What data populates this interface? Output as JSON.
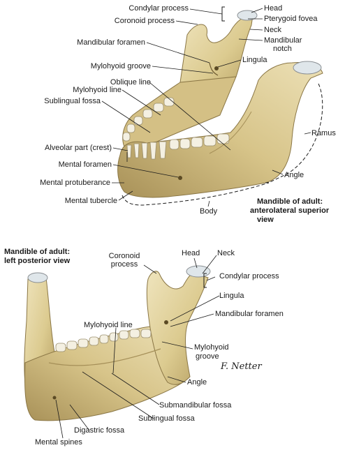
{
  "top_view": {
    "title_line1": "Mandible of adult:",
    "title_line2": "anterolateral superior",
    "title_line3": "view",
    "labels": {
      "condylar_process": "Condylar process",
      "head": "Head",
      "coronoid_process": "Coronoid process",
      "pterygoid_fovea": "Pterygoid fovea",
      "neck": "Neck",
      "mandibular_foramen": "Mandibular foramen",
      "mandibular_notch_1": "Mandibular",
      "mandibular_notch_2": "notch",
      "lingula": "Lingula",
      "mylohyoid_groove": "Mylohyoid groove",
      "oblique_line": "Oblique line",
      "mylohyoid_line": "Mylohyoid line",
      "sublingual_fossa": "Sublingual fossa",
      "ramus": "Ramus",
      "alveolar_part": "Alveolar part (crest)",
      "mental_foramen": "Mental foramen",
      "angle": "Angle",
      "mental_protuberance": "Mental protuberance",
      "mental_tubercle": "Mental tubercle",
      "body": "Body"
    }
  },
  "bottom_view": {
    "title_line1": "Mandible of adult:",
    "title_line2": "left posterior view",
    "labels": {
      "head": "Head",
      "neck": "Neck",
      "coronoid_process_1": "Coronoid",
      "coronoid_process_2": "process",
      "condylar_process": "Condylar process",
      "lingula": "Lingula",
      "mandibular_foramen": "Mandibular foramen",
      "mylohyoid_line": "Mylohyoid line",
      "mylohyoid_groove_1": "Mylohyoid",
      "mylohyoid_groove_2": "groove",
      "angle": "Angle",
      "submandibular_fossa": "Submandibular fossa",
      "sublingual_fossa": "Sublingual fossa",
      "digastric_fossa": "Digastric fossa",
      "mental_spines": "Mental spines"
    }
  },
  "signature": "F. Netter",
  "colors": {
    "bone": "#e6d8a8",
    "bone_shadow": "#b9a56c",
    "bone_dark": "#7d6a3c",
    "cartilage": "#dfe6ea",
    "tooth": "#f4f0e2",
    "line": "#1a1a1a"
  }
}
